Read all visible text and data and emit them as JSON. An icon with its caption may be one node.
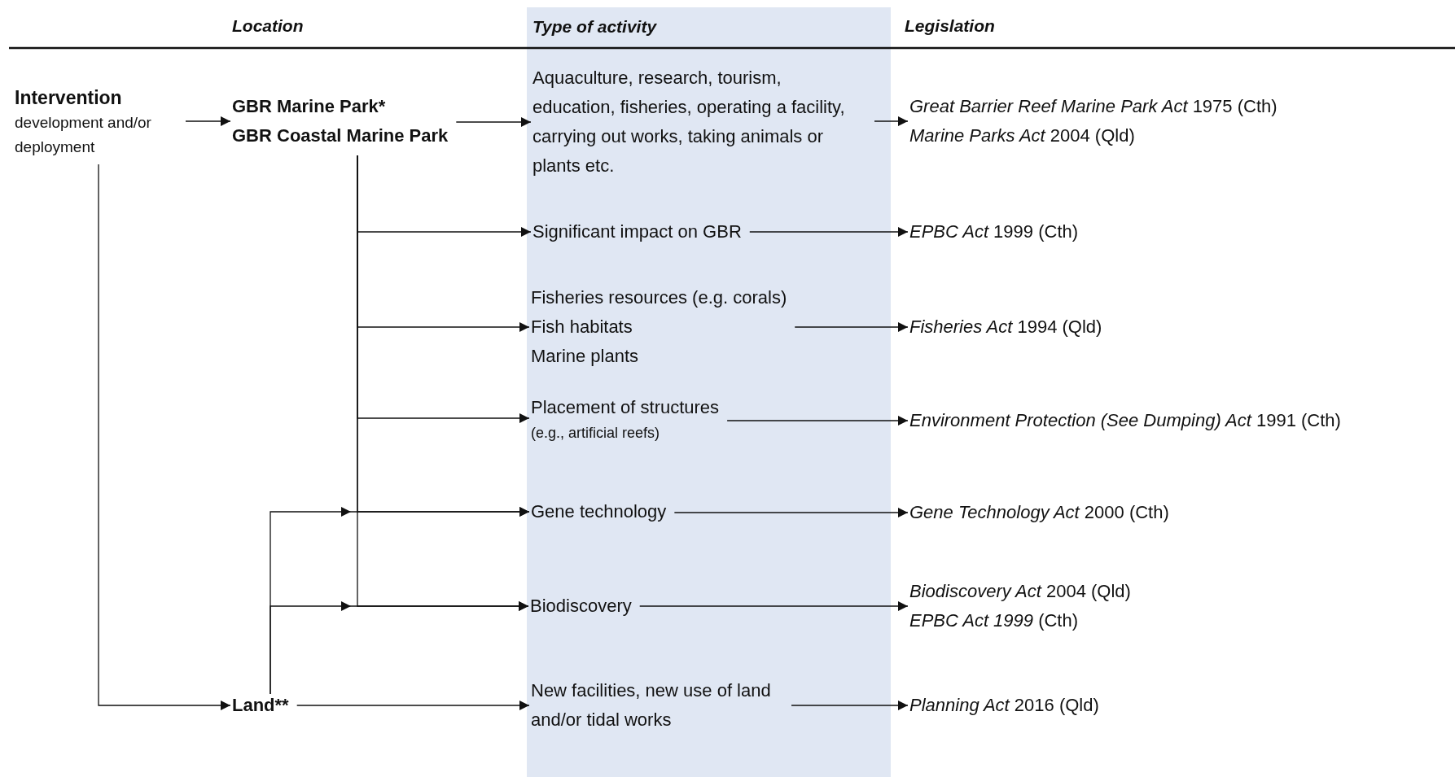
{
  "diagram": {
    "nodes": [
      {
        "text": [
          "Type of activity"
        ]
      },
      {
        "text": [
          "Intervention",
          "development and/or deployment"
        ]
      },
      {
        "text": [
          "GBR Marine Park*",
          "GBR Coastal Marine Park"
        ]
      },
      {
        "text": [
          "Land**"
        ]
      },
      {
        "text": [
          "Aquaculture, research, tourism, education, fisheries, operating a facility, carrying out works, taking animals or plants etc."
        ],
        "in": 0
      },
      {
        "text": [
          "Significant impact on GBR"
        ],
        "in": 0
      },
      {
        "text": [
          "Fisheries resources (e.g. corals)",
          "Fish habitats",
          "Marine plants"
        ],
        "in": 0
      },
      {
        "text": [
          "Placement of structures",
          "(e.g., artificial reefs)"
        ],
        "in": 0
      },
      {
        "text": [
          "Gene technology"
        ],
        "in": 0
      },
      {
        "text": [
          "Biodiscovery"
        ],
        "in": 0
      },
      {
        "text": [
          "New facilities, new use of land and/or tidal works"
        ],
        "in": 0
      },
      {
        "text": [
          "*Great Barrier Reef Marine Park Act* 1975 (Cth)",
          "*Marine Parks Act* 2004 (Qld)"
        ]
      },
      {
        "text": [
          "*EPBC Act* 1999 (Cth)"
        ]
      },
      {
        "text": [
          "*Fisheries Act* 1994 (Qld)"
        ]
      },
      {
        "text": [
          "*Environment Protection (See Dumping) Act* 1991 (Cth)"
        ]
      },
      {
        "text": [
          "*Gene Technology Act* 2000 (Cth)"
        ]
      },
      {
        "text": [
          "*Biodiscovery Act* 2004 (Qld)",
          "*EPBC Act 1999* (Cth)"
        ]
      },
      {
        "text": [
          "*Planning Act* 2016 (Qld)"
        ]
      }
    ],
    "edges": [
      {
        "from": 1,
        "to": 2,
        "arrow": "to"
      },
      {
        "from": 1,
        "to": 3,
        "arrow": "to"
      },
      {
        "from": 2,
        "to": 4,
        "arrow": "to"
      },
      {
        "from": 2,
        "to": 5,
        "arrow": "to"
      },
      {
        "from": 2,
        "to": 6,
        "arrow": "to"
      },
      {
        "from": 2,
        "to": 7,
        "arrow": "to"
      },
      {
        "from": 2,
        "to": 8,
        "arrow": "to"
      },
      {
        "from": 2,
        "to": 9,
        "arrow": "to"
      },
      {
        "from": 3,
        "to": 8,
        "arrow": "to"
      },
      {
        "from": 3,
        "to": 9,
        "arrow": "to"
      },
      {
        "from": 3,
        "to": 10,
        "arrow": "to"
      },
      {
        "from": 4,
        "to": 11,
        "arrow": "to"
      },
      {
        "from": 5,
        "to": 12,
        "arrow": "to"
      },
      {
        "from": 6,
        "to": 13,
        "arrow": "to"
      },
      {
        "from": 7,
        "to": 14,
        "arrow": "to"
      },
      {
        "from": 8,
        "to": 15,
        "arrow": "to"
      },
      {
        "from": 9,
        "to": 16,
        "arrow": "to"
      },
      {
        "from": 10,
        "to": 17,
        "arrow": "to"
      }
    ],
    "labels": [
      "Location",
      "Legislation"
    ]
  }
}
